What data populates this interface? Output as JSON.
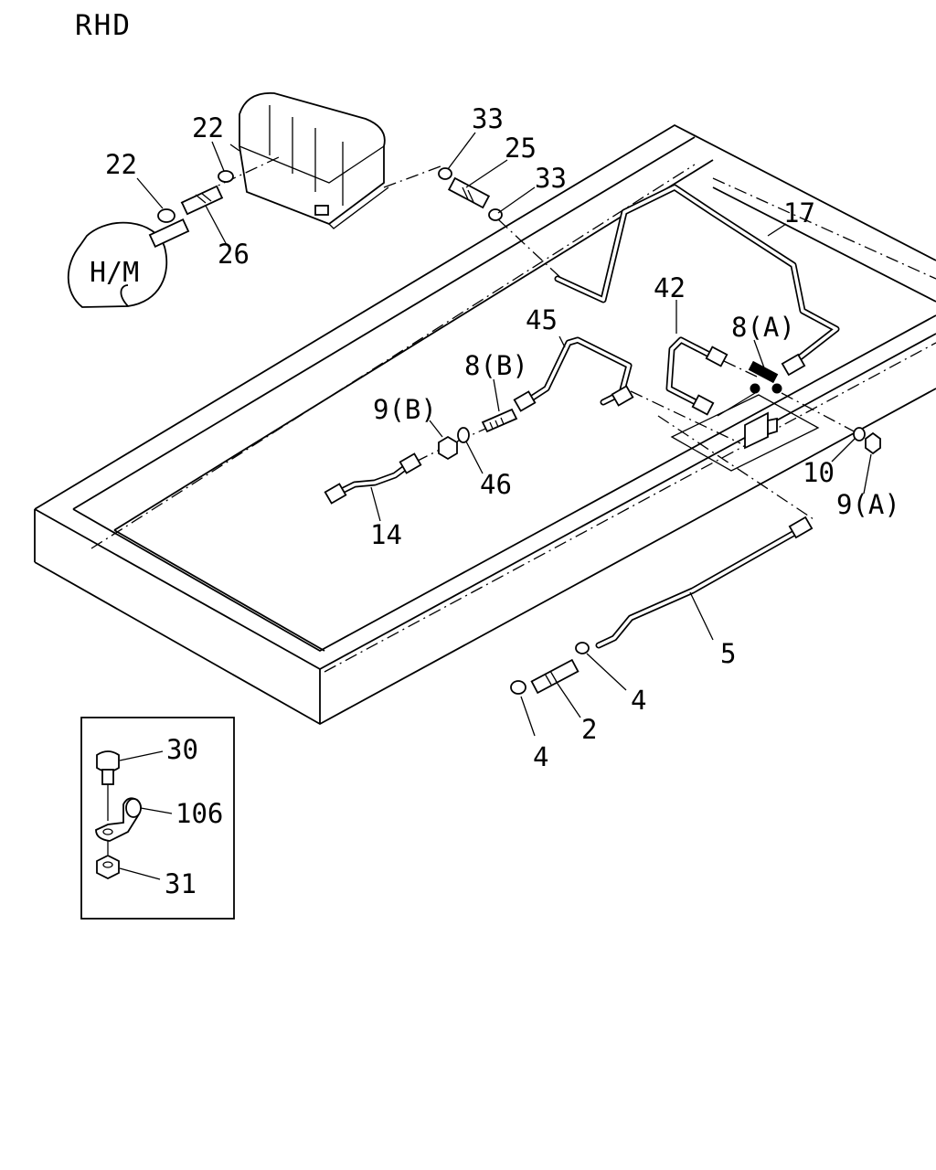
{
  "title": "RHD",
  "component_label": "H/M",
  "callouts": [
    {
      "id": "c22a",
      "text": "22"
    },
    {
      "id": "c22b",
      "text": "22"
    },
    {
      "id": "c26",
      "text": "26"
    },
    {
      "id": "c33a",
      "text": "33"
    },
    {
      "id": "c25",
      "text": "25"
    },
    {
      "id": "c33b",
      "text": "33"
    },
    {
      "id": "c17",
      "text": "17"
    },
    {
      "id": "c42",
      "text": "42"
    },
    {
      "id": "c8a",
      "text": "8(A)"
    },
    {
      "id": "c45",
      "text": "45"
    },
    {
      "id": "c8b",
      "text": "8(B)"
    },
    {
      "id": "c9b",
      "text": "9(B)"
    },
    {
      "id": "c46",
      "text": "46"
    },
    {
      "id": "c14",
      "text": "14"
    },
    {
      "id": "c10",
      "text": "10"
    },
    {
      "id": "c9a",
      "text": "9(A)"
    },
    {
      "id": "c5",
      "text": "5"
    },
    {
      "id": "c4a",
      "text": "4"
    },
    {
      "id": "c2",
      "text": "2"
    },
    {
      "id": "c4b",
      "text": "4"
    }
  ],
  "inset": {
    "callouts": [
      {
        "id": "i30",
        "text": "30"
      },
      {
        "id": "i106",
        "text": "106"
      },
      {
        "id": "i31",
        "text": "31"
      }
    ]
  }
}
